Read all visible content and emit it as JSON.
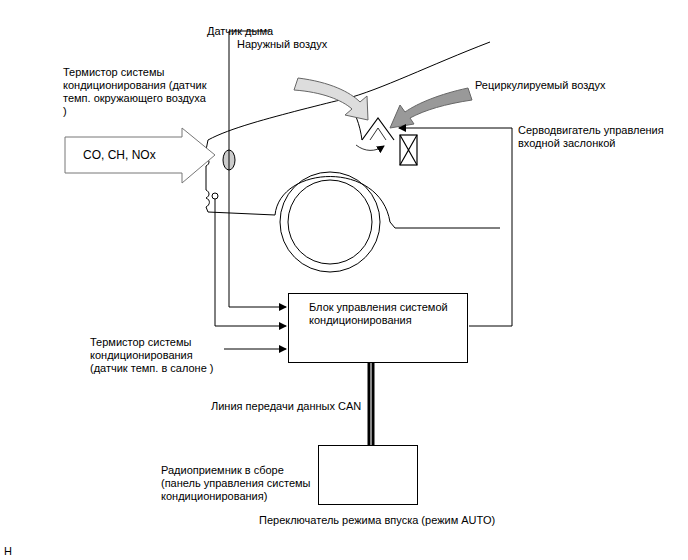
{
  "diagram": {
    "nodes": [
      {
        "text": [
          "Блок управления системой кондиционирования"
        ]
      },
      {
        "text": [
          "Радиоприемник в сборе (панель управления системы кондиционирования)",
          "Переключатель режима впуска (режим AUTO)"
        ]
      }
    ],
    "edges": [
      {
        "from": 0,
        "to": 1,
        "arrow": "none",
        "label": "Линия передачи данных CAN"
      }
    ],
    "labels": [
      "Датчик дыма",
      "Наружный воздух",
      "Термистор системы кондиционирования (датчик темп. окружающего воздуха )",
      "Рециркулируемый воздух",
      "CO, CH, NOx",
      "Серводвигатель управления входной заслонкой",
      "Термистор системы кондиционирования (датчик темп. в салоне )",
      "H"
    ]
  }
}
